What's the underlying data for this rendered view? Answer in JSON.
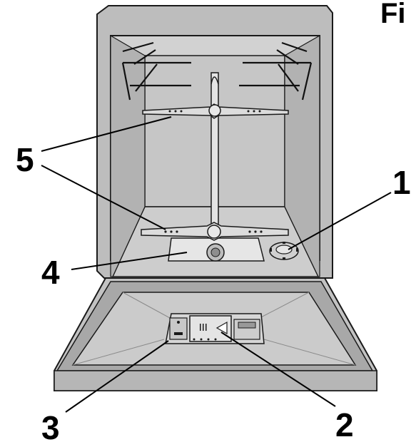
{
  "heading_fragment": "Fi",
  "callouts": [
    {
      "id": "1",
      "label": "1"
    },
    {
      "id": "2",
      "label": "2"
    },
    {
      "id": "3",
      "label": "3"
    },
    {
      "id": "4",
      "label": "4"
    },
    {
      "id": "5",
      "label": "5"
    }
  ],
  "colors": {
    "outline": "#1a1a1a",
    "cabinet": "#b8b8b8",
    "interior": "#cfcfcf",
    "interior_dark": "#a9a9a9",
    "arm": "#d9d9d9",
    "door": "#c4c4c4"
  }
}
